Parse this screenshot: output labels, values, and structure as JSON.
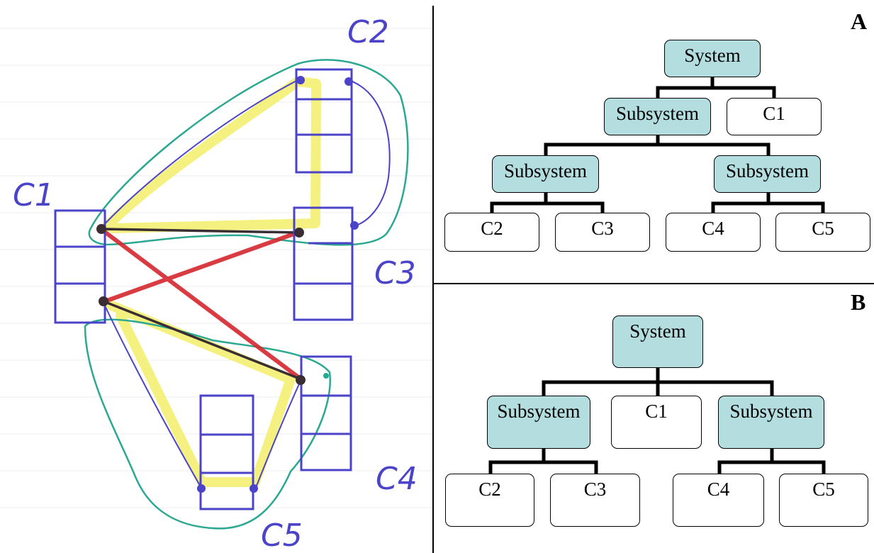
{
  "sketch": {
    "labels": [
      "C1",
      "C2",
      "C3",
      "C4",
      "C5"
    ]
  },
  "panel_a": {
    "label": "A",
    "root": "System",
    "level1": [
      "Subsystem",
      "C1"
    ],
    "level2": [
      "Subsystem",
      "Subsystem"
    ],
    "leaves": [
      "C2",
      "C3",
      "C4",
      "C5"
    ]
  },
  "panel_b": {
    "label": "B",
    "root": "System",
    "level1": [
      "Subsystem",
      "C1",
      "Subsystem"
    ],
    "leaves": [
      "C2",
      "C3",
      "C4",
      "C5"
    ]
  },
  "colors": {
    "subsystem_fill": "#b4dde0",
    "component_fill": "#ffffff",
    "ink_blue": "#4b43c8",
    "ink_green": "#2aa891",
    "highlight_yellow": "#f2ee6a",
    "ink_red": "#d4282e",
    "ink_dark": "#3a2d33"
  }
}
